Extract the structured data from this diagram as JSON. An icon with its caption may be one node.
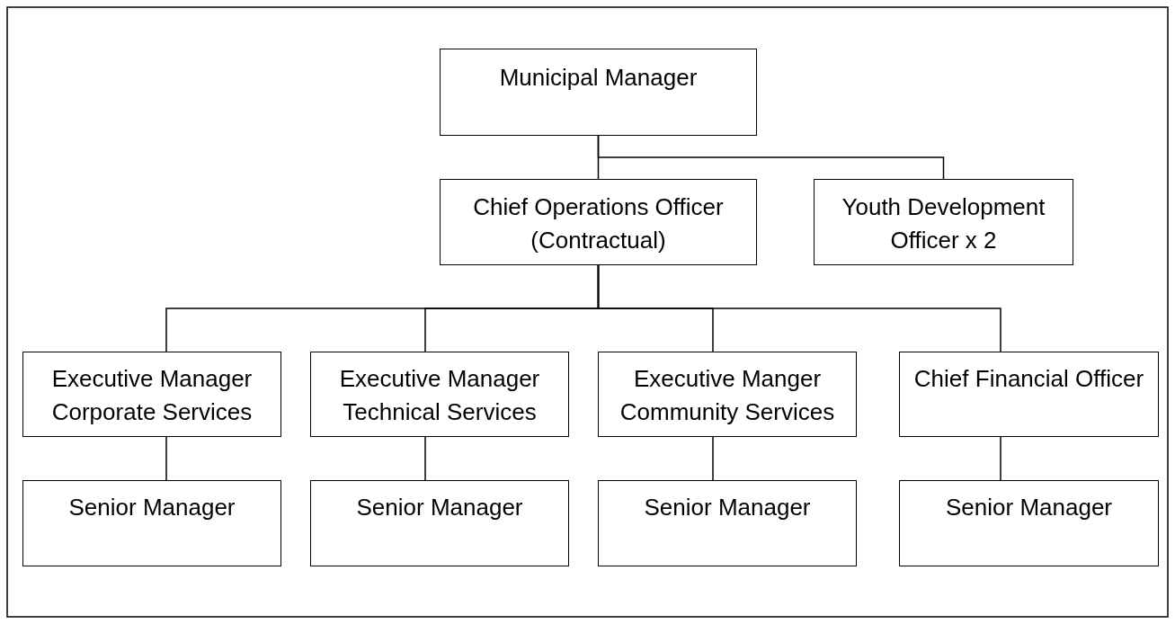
{
  "diagram": {
    "nodes": [
      {
        "text": [
          "Municipal Manager"
        ]
      },
      {
        "text": [
          "Chief Operations Officer (Contractual)"
        ]
      },
      {
        "text": [
          "Youth Development Officer x 2"
        ]
      },
      {
        "text": [
          "Executive Manager Corporate Services"
        ]
      },
      {
        "text": [
          "Executive Manager Technical Services"
        ]
      },
      {
        "text": [
          "Executive Manger Community Services"
        ]
      },
      {
        "text": [
          "Chief Financial Officer"
        ]
      },
      {
        "text": [
          "Senior Manager"
        ]
      },
      {
        "text": [
          "Senior Manager"
        ]
      },
      {
        "text": [
          "Senior Manager"
        ]
      },
      {
        "text": [
          "Senior Manager"
        ]
      }
    ],
    "edges": [
      {
        "from": 0,
        "to": 1,
        "arrow": "none"
      },
      {
        "from": 0,
        "to": 2,
        "arrow": "none"
      },
      {
        "from": 1,
        "to": 3,
        "arrow": "none"
      },
      {
        "from": 1,
        "to": 4,
        "arrow": "none"
      },
      {
        "from": 1,
        "to": 5,
        "arrow": "none"
      },
      {
        "from": 1,
        "to": 6,
        "arrow": "none"
      },
      {
        "from": 3,
        "to": 7,
        "arrow": "none"
      },
      {
        "from": 4,
        "to": 8,
        "arrow": "none"
      },
      {
        "from": 5,
        "to": 9,
        "arrow": "none"
      },
      {
        "from": 6,
        "to": 10,
        "arrow": "none"
      }
    ]
  }
}
